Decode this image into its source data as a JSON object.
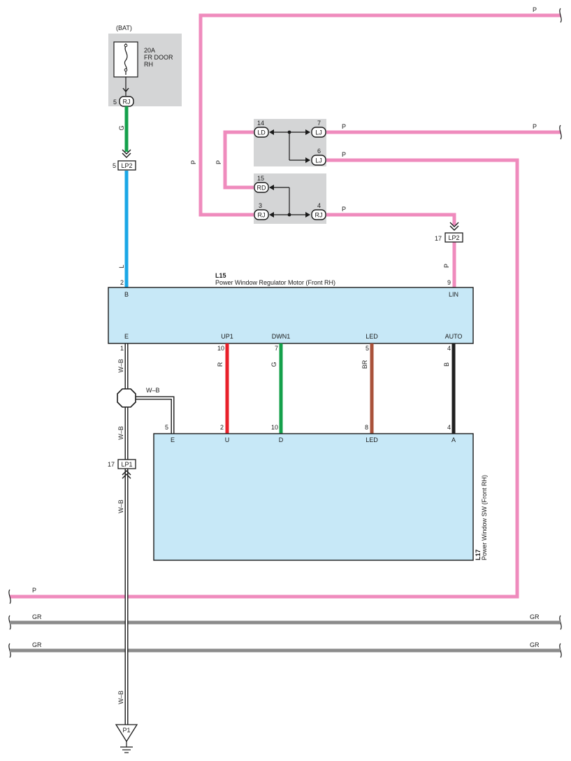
{
  "colors": {
    "P": "#ef8bbd",
    "G": "#14a04b",
    "L": "#1aa7e6",
    "R": "#e8202a",
    "BR": "#a9523a",
    "B": "#202020",
    "GR": "#8b8b8b",
    "component_fill": "#c7e8f7",
    "relay_fill": "#d4d5d6",
    "line": "#1a1a1a"
  },
  "fuse": {
    "bat_label": "(BAT)",
    "rating": "20A",
    "name_line1": "FR DOOR",
    "name_line2": "RH",
    "pin": "5",
    "connector": "RJ"
  },
  "wires": {
    "g_label": "G",
    "l_label": "L",
    "p_top": "P",
    "p_top_vertical": "P",
    "p_mid_vertical": "P",
    "p_7": "P",
    "p_7_right": "P",
    "p_6": "P",
    "p_4": "P",
    "p_lin": "P",
    "wb_1": "W–B",
    "wb_2": "W–B",
    "wb_3": "W–B",
    "wb_4": "W–B",
    "wb_splice": "W–B",
    "r_label": "R",
    "g2_label": "G",
    "br_label": "BR",
    "b_label": "B",
    "p_bottom": "P",
    "gr1_left": "GR",
    "gr1_right": "GR",
    "gr2_left": "GR",
    "gr2_right": "GR"
  },
  "connectors": {
    "lp2_top": {
      "pin": "5",
      "name": "LP2"
    },
    "lp2_right": {
      "pin": "17",
      "name": "LP2"
    },
    "lp1": {
      "pin": "17",
      "name": "LP1"
    },
    "p1": {
      "name": "P1"
    }
  },
  "relay_upper": {
    "pin_14": "14",
    "conn_ld": "LD",
    "pin_7": "7",
    "conn_lj7": "LJ",
    "pin_6": "6",
    "conn_lj6": "LJ"
  },
  "relay_lower": {
    "pin_15": "15",
    "conn_rd": "RD",
    "pin_3": "3",
    "conn_rj3": "RJ",
    "pin_4": "4",
    "conn_rj4": "RJ"
  },
  "l15": {
    "id": "L15",
    "name": "Power Window Regulator Motor (Front RH)",
    "pin_b_num": "2",
    "term_b": "B",
    "pin_lin_num": "9",
    "term_lin": "LIN",
    "term_e": "E",
    "pin_e_num": "1",
    "term_up1": "UP1",
    "pin_up1_num": "10",
    "term_dwn1": "DWN1",
    "pin_dwn1_num": "7",
    "term_led": "LED",
    "pin_led_num": "5",
    "term_auto": "AUTO",
    "pin_auto_num": "4"
  },
  "l17": {
    "id": "L17",
    "name": "Power Window SW (Front RH)",
    "pin_e_num": "5",
    "term_e": "E",
    "pin_u_num": "2",
    "term_u": "U",
    "pin_d_num": "10",
    "term_d": "D",
    "pin_led_num": "8",
    "term_led": "LED",
    "pin_a_num": "4",
    "term_a": "A"
  }
}
